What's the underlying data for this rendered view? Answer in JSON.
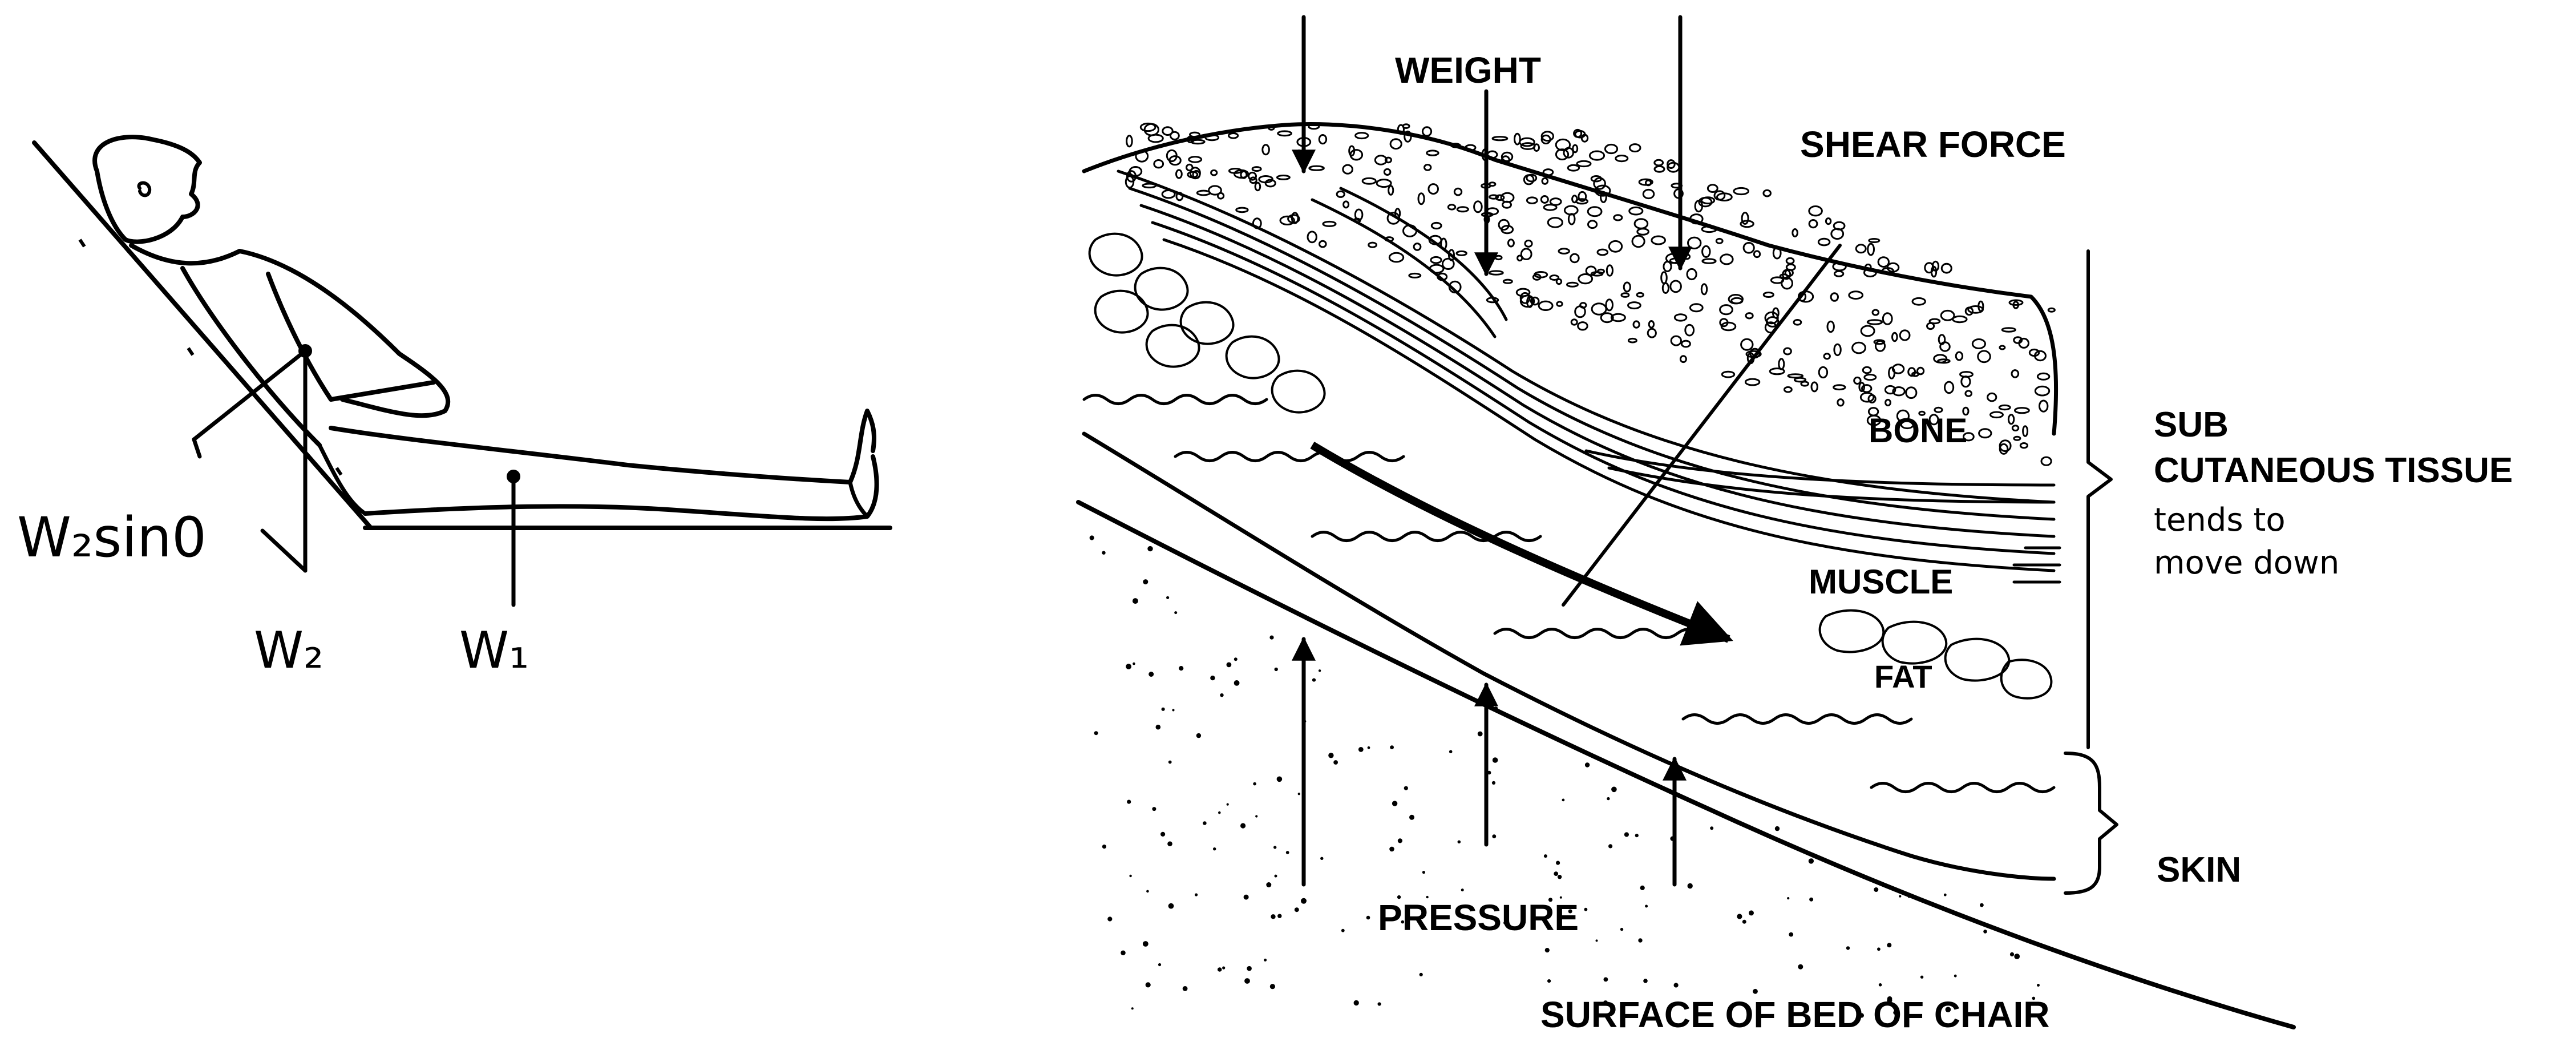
{
  "figure_left": {
    "labels": {
      "w2_sin": "W₂sin0",
      "w2": "W₂",
      "w1": "W₁"
    }
  },
  "figure_right": {
    "labels": {
      "weight": "WEIGHT",
      "shear_force": "SHEAR FORCE",
      "bone": "BONE",
      "muscle": "MUSCLE",
      "fat": "FAT",
      "sub": "SUB",
      "cutaneous_tissue": "CUTANEOUS TISSUE",
      "tends_to": "tends to",
      "move_down": "move down",
      "skin": "SKIN",
      "pressure": "PRESSURE",
      "surface": "SURFACE OF BED OF CHAIR"
    }
  },
  "colors": {
    "ink": "#000000",
    "background": "#ffffff"
  }
}
